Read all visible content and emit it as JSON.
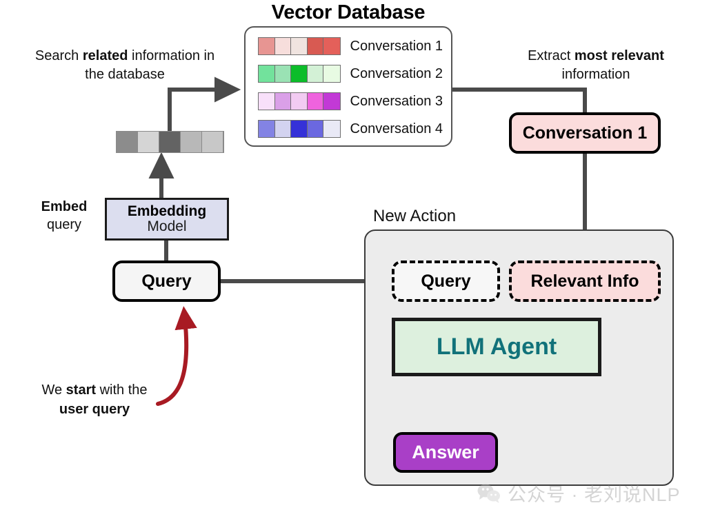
{
  "diagram": {
    "title": "Vector Database",
    "notes": {
      "search": "Search <b>related</b> information in the database",
      "extract": "Extract <b>most relevant</b> information",
      "embed": "<b>Embed</b><br>query",
      "start": "We <b>start</b> with the<br><b>user query</b>",
      "new_action": "New Action"
    },
    "vector_database": {
      "rows": [
        {
          "label": "Conversation 1",
          "colors": [
            "#e79592",
            "#f7dedc",
            "#f0e4e0",
            "#d85a52",
            "#e4605a"
          ]
        },
        {
          "label": "Conversation 2",
          "colors": [
            "#72e29c",
            "#9ae2b4",
            "#0cbd2a",
            "#d3f1d6",
            "#e8fbe3"
          ]
        },
        {
          "label": "Conversation 3",
          "colors": [
            "#f8e0fa",
            "#daa0e8",
            "#f2cbf2",
            "#ef63de",
            "#c239d6"
          ]
        },
        {
          "label": "Conversation 4",
          "colors": [
            "#8383e4",
            "#d3d3f0",
            "#3531d8",
            "#6b68e0",
            "#e9e9f6"
          ]
        }
      ]
    },
    "query_vector": {
      "colors": [
        "#8c8c8c",
        "#d5d5d5",
        "#636363",
        "#b8b8b8",
        "#c8c8c8"
      ]
    },
    "nodes": {
      "embedding_model_line1": "Embedding",
      "embedding_model_line2": "Model",
      "query": "Query",
      "conversation1": "Conversation 1",
      "inner_query": "Query",
      "relevant_info": "Relevant Info",
      "llm_agent": "LLM Agent",
      "answer": "Answer"
    },
    "colors": {
      "embedding_fill": "#dcdeef",
      "conversation1_fill": "#fbdcdc",
      "relevant_info_fill": "#fbdcdc",
      "llm_agent_fill": "#ddf0de",
      "llm_agent_text": "#11727a",
      "answer_fill": "#a93fc7",
      "panel_fill": "#ececec",
      "arrow_gray": "#4a4a4a",
      "start_arrow_red": "#a81a23"
    },
    "watermark": {
      "icon": "wechat-icon",
      "text": "公众号 · 老刘说NLP"
    }
  }
}
